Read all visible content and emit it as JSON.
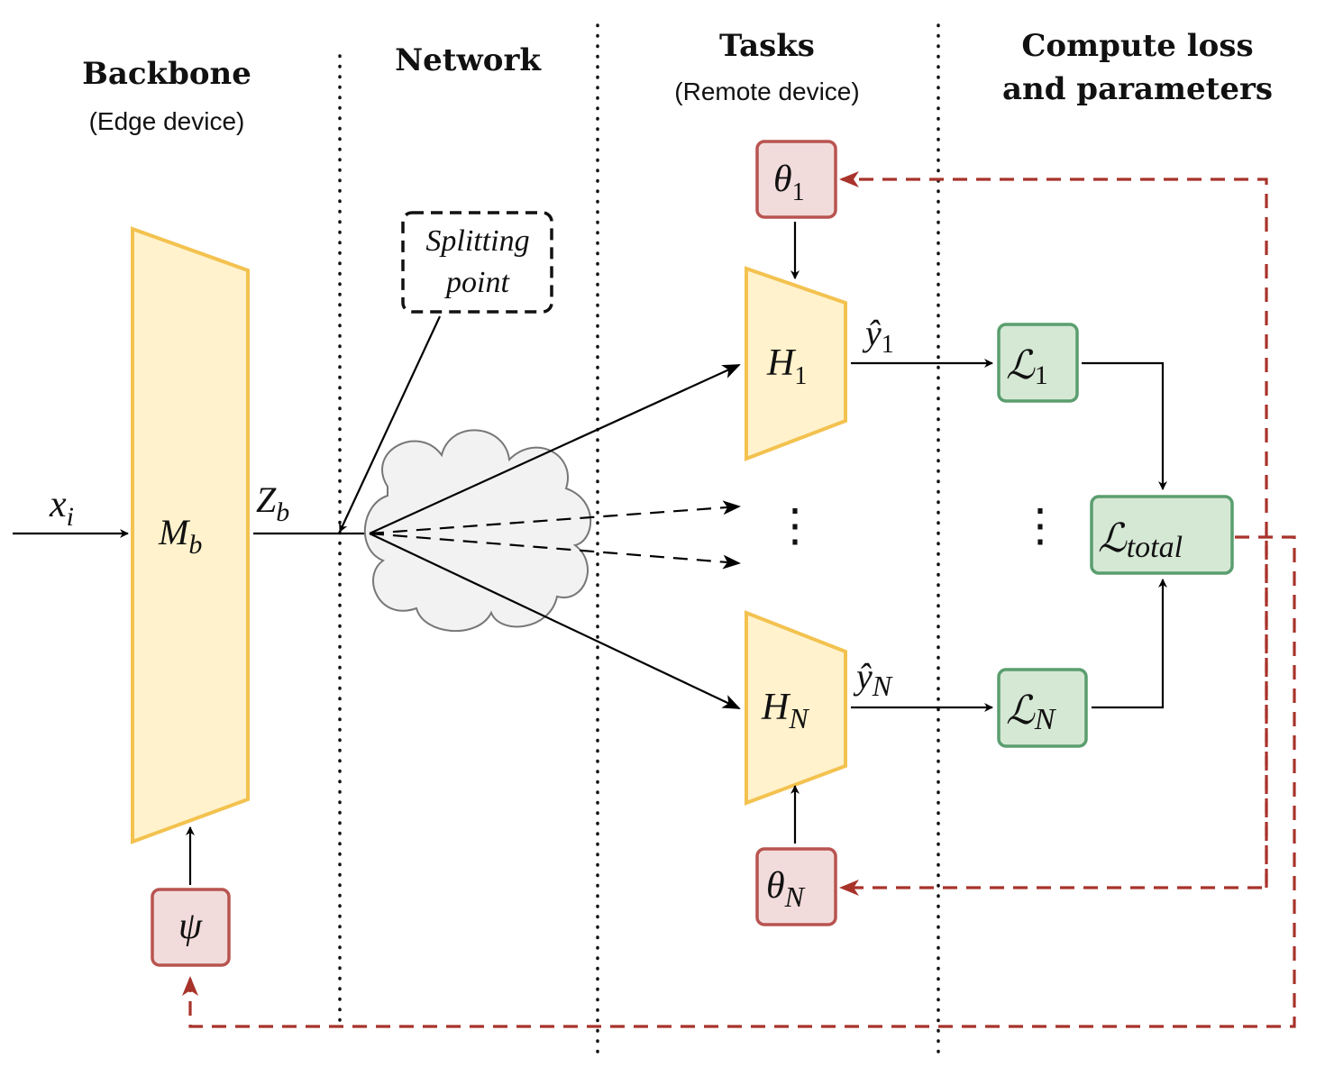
{
  "headers": {
    "backbone": {
      "title": "Backbone",
      "subtitle": "(Edge device)"
    },
    "network": {
      "title": "Network"
    },
    "tasks": {
      "title": "Tasks",
      "subtitle": "(Remote device)"
    },
    "compute": {
      "title_line1": "Compute loss",
      "title_line2": "and parameters"
    }
  },
  "backbone": {
    "input_var": "x",
    "input_sub": "i",
    "model_var": "M",
    "model_sub": "b",
    "output_var": "Z",
    "output_sub": "b",
    "param_var": "ψ"
  },
  "callout": {
    "line1": "Splitting",
    "line2": "point"
  },
  "heads": [
    {
      "head_var": "H",
      "head_sub": "1",
      "out_var": "ŷ",
      "out_sub": "1",
      "param_var": "θ",
      "param_sub": "1",
      "loss_var": "ℒ",
      "loss_sub": "1"
    },
    {
      "head_var": "H",
      "head_sub": "N",
      "out_var": "ŷ",
      "out_sub": "N",
      "param_var": "θ",
      "param_sub": "N",
      "loss_var": "ℒ",
      "loss_sub": "N"
    }
  ],
  "total_loss": {
    "var": "ℒ",
    "sub": "total"
  },
  "ellipsis": "⋮",
  "colors": {
    "model_fill": "#fff2cc",
    "model_stroke": "#f3c24f",
    "param_fill": "#f2dcdb",
    "param_stroke": "#b85450",
    "loss_fill": "#d5e8d4",
    "loss_stroke": "#5a9e6f",
    "feedback": "#a8332b"
  }
}
